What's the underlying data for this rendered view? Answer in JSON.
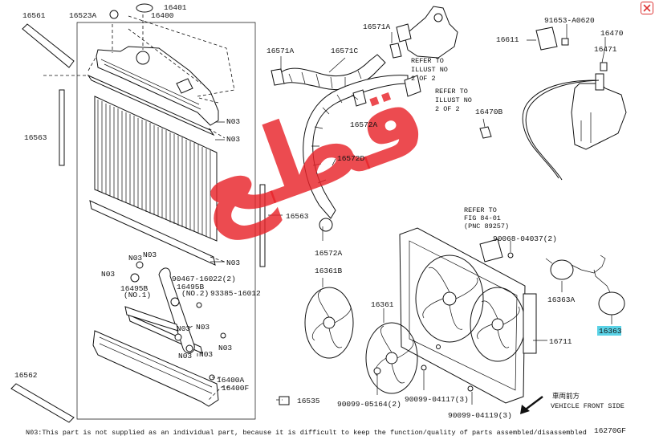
{
  "watermark": "قطع",
  "labels": {
    "p16561": "16561",
    "p16523A": "16523A",
    "p16401": "16401",
    "p16400": "16400",
    "p16563_left": "16563",
    "p16562": "16562",
    "p16571A_a": "16571A",
    "p16571C": "16571C",
    "p16571A_b": "16571A",
    "p16572A_a": "16572A",
    "p16572D": "16572D",
    "p16563_mid": "16563",
    "p16572A_b": "16572A",
    "p91653": "91653-A0620",
    "p16611": "16611",
    "p16470": "16470",
    "p16471": "16471",
    "p16470B": "16470B",
    "n03_1": "N03",
    "n03_2": "N03",
    "n03_3": "N03",
    "n03_4": "N03",
    "n03_5": "N03",
    "n03_6": "N03",
    "n03_7": "N03",
    "n03_8": "N03",
    "n03_9": "N03",
    "n03_10": "N03",
    "n03_11": "N03",
    "p90467_a": "90467-16022(2)",
    "p16495B_a": "16495B",
    "p16495B_b": "16495B",
    "no1": "(NO.1)",
    "no2": "(NO.2)",
    "p93385": "93385-16012",
    "p16400A": "16400A",
    "p16400F": "16400F",
    "p16535": "16535",
    "p16361B": "16361B",
    "p16361": "16361",
    "p90068": "90068-04037(2)",
    "p16363A": "16363A",
    "p16363": "16363",
    "p16711": "16711",
    "p90099_a": "90099-05164(2)",
    "p90099_b": "90099-04117(3)",
    "p90099_c": "90099-04119(3)",
    "vehicle_cn": "車両前方",
    "vehicle_en": "VEHICLE FRONT SIDE",
    "fig_code": "16270GF"
  },
  "refer1": [
    "REFER TO",
    "ILLUST NO",
    "2 OF 2"
  ],
  "refer2": [
    "REFER TO",
    "ILLUST NO",
    "2 OF 2"
  ],
  "refer3": [
    "REFER TO",
    "FIG 84-01",
    "(PNC 89257)"
  ],
  "footnote": "N03:This part is not supplied as an individual part, because it is difficult to keep the function/quality of parts assembled/disassembled",
  "colors": {
    "watermark": "#e8232a",
    "highlight": "#5ad2e6",
    "ink": "#111111"
  }
}
